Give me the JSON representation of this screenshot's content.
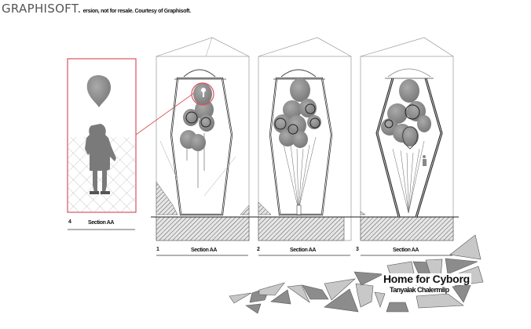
{
  "watermark": {
    "brand": "GRAPHISOFT.",
    "note": "ersion, not for resale. Courtesy of Graphisoft."
  },
  "sections": [
    {
      "number": "4",
      "label": "Section AA",
      "type": "detail"
    },
    {
      "number": "1",
      "label": "Section AA",
      "type": "section"
    },
    {
      "number": "2",
      "label": "Section AA",
      "type": "section"
    },
    {
      "number": "3",
      "label": "Section AA",
      "type": "section"
    }
  ],
  "title_block": {
    "title": "Home for Cyborg",
    "author": "Tanyalak Chalermlip"
  },
  "colors": {
    "detail_frame": "#d9535f",
    "line": "#333333",
    "balloon": "#8a8a8a",
    "shard_light": "#c8c8c8",
    "shard_dark": "#8c8c8c",
    "hatch": "#555555"
  }
}
